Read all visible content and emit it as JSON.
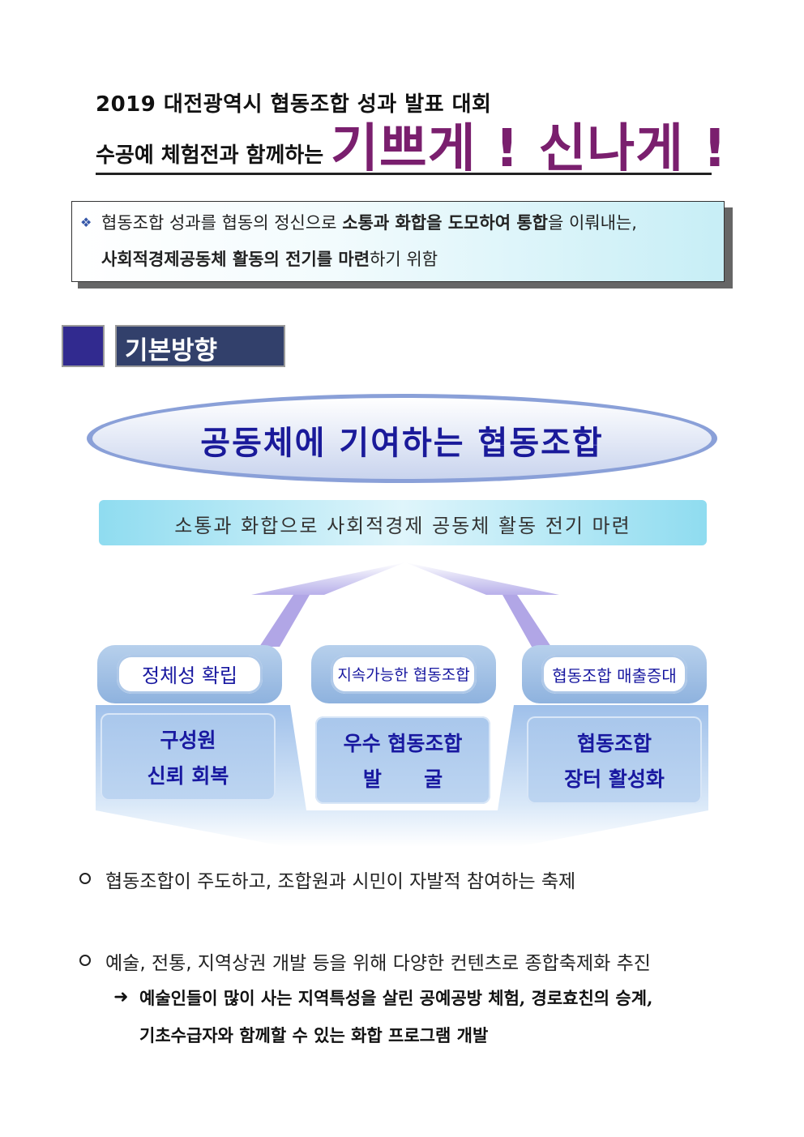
{
  "title": {
    "line1": "2019 대전광역시 협동조합 성과 발표 대회",
    "prefix": "수공예 체험전과 함께하는",
    "emphasis": "기쁘게 ! 신나게 !"
  },
  "purpose": {
    "bullet_icon": "❖",
    "line1": [
      {
        "text": "협동조합 성과를 협동의 정신으로 ",
        "bold": false
      },
      {
        "text": "소통과 화합을 도모하여 통합",
        "bold": true
      },
      {
        "text": "을 이뤄내는,",
        "bold": false
      }
    ],
    "line2": [
      {
        "text": "사회적경제공동체 활동의 전기를 마련",
        "bold": true
      },
      {
        "text": "하기 위함",
        "bold": false
      }
    ]
  },
  "section": {
    "label": "기본방향"
  },
  "diagram": {
    "goal": "공동체에 기여하는 협동조합",
    "banner": "소통과 화합으로 사회적경제 공동체 활동 전기 마련",
    "pillars": [
      {
        "label": "정체성 확립",
        "card_line1": "구성원",
        "card_line2": "신뢰 회복"
      },
      {
        "label": "지속가능한 협동조합",
        "card_line1": "우수 협동조합",
        "card_line2": "발      굴"
      },
      {
        "label": "협동조합 매출증대",
        "card_line1": "협동조합",
        "card_line2": "장터 활성화"
      }
    ],
    "colors": {
      "goal_text": "#1a1a9a",
      "pillar_text": "#1818a0",
      "emphasis": "#7a1f6e"
    }
  },
  "bullets": [
    {
      "text": "협동조합이 주도하고, 조합원과 시민이 자발적 참여하는 축제"
    },
    {
      "text": "예술, 전통, 지역상권 개발 등을 위해 다양한 컨텐츠로 종합축제화 추진"
    }
  ],
  "sub_bullet": {
    "icon": "➜",
    "line1": "예술인들이 많이 사는 지역특성을 살린 공예공방 체험, 경로효친의 승계,",
    "line2": "기초수급자와 함께할 수 있는 화합 프로그램 개발"
  }
}
